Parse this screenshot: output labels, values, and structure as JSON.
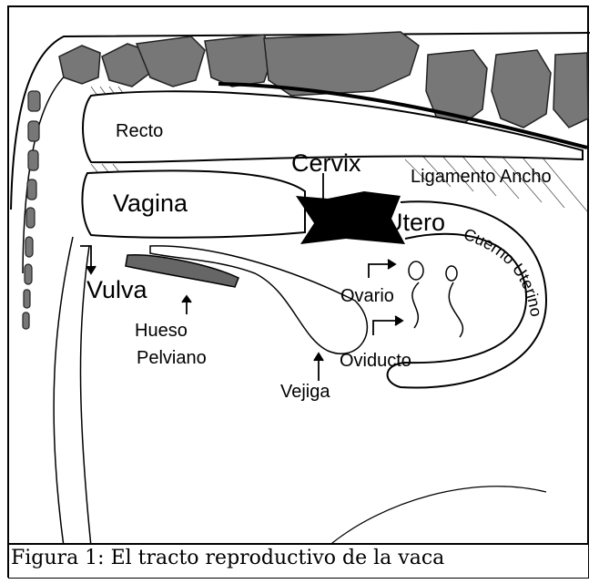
{
  "labels": {
    "recto": "Recto",
    "cervix": "Cervix",
    "ligamento_ancho": "Ligamento Ancho",
    "vagina": "Vagina",
    "utero": "Utero",
    "cuerno_uterino": "Cuerno Uterino",
    "vulva": "Vulva",
    "ovario": "Ovario",
    "hueso": "Hueso",
    "pelviano": "Pelviano",
    "oviducto": "Oviducto",
    "vejiga": "Vejiga"
  },
  "caption": "Figura 1:  El tracto reproductivo de la vaca"
}
